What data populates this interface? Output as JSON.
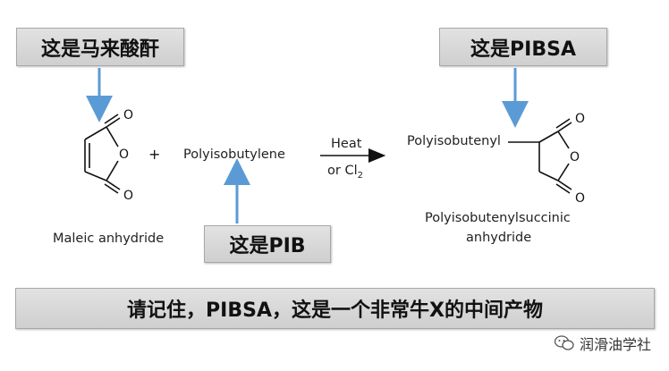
{
  "callouts": {
    "maleic": "这是马来酸酐",
    "pibsa": "这是PIBSA",
    "pib": "这是PIB"
  },
  "reaction": {
    "plus": "+",
    "reactant2": "Polyisobutylene",
    "condition_top": "Heat",
    "condition_bottom_prefix": "or Cl",
    "condition_bottom_sub": "2",
    "product_substituent": "Polyisobutenyl"
  },
  "names": {
    "maleic": "Maleic anhydride",
    "product_line1": "Polyisobutenylsuccinic",
    "product_line2": "anhydride"
  },
  "atoms": {
    "o": "O"
  },
  "banner": "请记住，PIBSA，这是一个非常牛X的中间产物",
  "watermark": {
    "icon": "wechat-icon",
    "text": "润滑油学社"
  },
  "colors": {
    "arrow": "#5b9bd5",
    "callout_bg": "#d9d9d9"
  }
}
